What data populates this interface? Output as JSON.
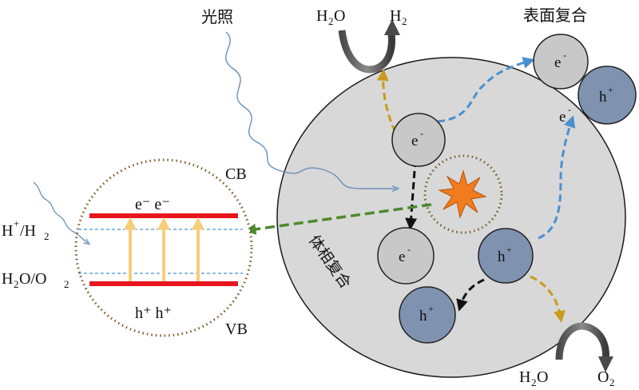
{
  "labels": {
    "light": "光照",
    "surface_recombination": "表面复合",
    "bulk_recombination": "体相复合",
    "top_h2o": "H",
    "top_h2o_sub": "2",
    "top_h2o_tail": "O",
    "top_h2": "H",
    "top_h2_sub": "2",
    "bottom_h2o": "H",
    "bottom_h2o_sub": "2",
    "bottom_h2o_tail": "O",
    "bottom_o2": "O",
    "bottom_o2_sub": "2",
    "cb": "CB",
    "vb": "VB",
    "hplus_h2": "H",
    "hplus_h2_sup": "+",
    "hplus_h2_tail": "/H",
    "hplus_h2_sub": "2",
    "h2o_o2_a": "H",
    "h2o_o2_sub1": "2",
    "h2o_o2_b": "O/O",
    "h2o_o2_sub2": "2",
    "electrons_pair": "e⁻ e⁻",
    "holes_pair": "h⁺ h⁺"
  },
  "particles": {
    "electron": "e",
    "electron_sup": "-",
    "hole": "h",
    "hole_sup": "+"
  },
  "colors": {
    "particle_gray": "#c8c8c8",
    "hole_blue": "#7f93b0",
    "band_red": "#e8141e",
    "excite_yellow": "#f7cd7a",
    "migration_blue": "#4a90d0",
    "reaction_gold": "#c99a1c",
    "transfer_green": "#4c8a2e",
    "light_wave": "#6a8fb8"
  }
}
